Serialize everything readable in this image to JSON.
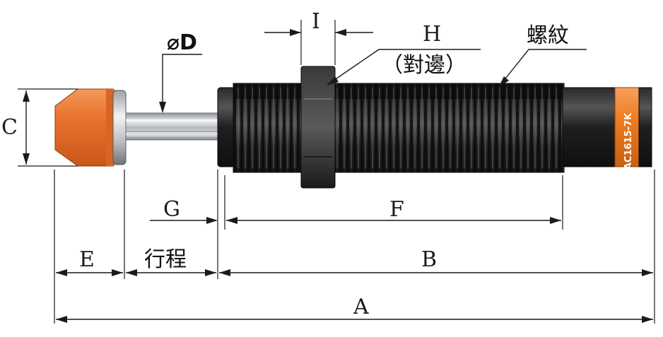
{
  "labels": {
    "A": "A",
    "B": "B",
    "C": "C",
    "D": "⌀D",
    "E": "E",
    "F": "F",
    "G": "G",
    "H": "H",
    "H_note": "（對邊）",
    "I": "I",
    "stroke": "行程",
    "thread": "螺紋"
  },
  "product": {
    "model": "AC1615-7K"
  },
  "colors": {
    "cap_orange": "#e8702a",
    "body_black": "#1c1c1c",
    "band_orange": "#f07c20",
    "rod_silver": "#c9ccd0",
    "line": "#1a1a1a"
  }
}
